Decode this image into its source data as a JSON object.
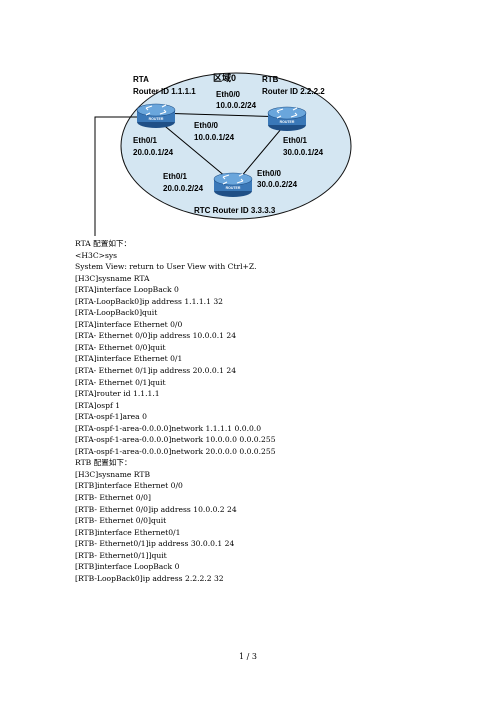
{
  "diagram": {
    "area_label": "区域0",
    "rta": {
      "name": "RTA",
      "router_id": "Router ID 1.1.1.1"
    },
    "rtb": {
      "name": "RTB",
      "router_id": "Router ID 2.2.2.2"
    },
    "rtc": {
      "label": "RTC Router ID 3.3.3.3"
    },
    "router_icon_text": "ROUTER",
    "labels": {
      "rta_eth00_name": "Eth0/0",
      "rta_eth00_ip": "10.0.0.1/24",
      "rta_eth01_name": "Eth0/1",
      "rta_eth01_ip": "20.0.0.1/24",
      "rtb_eth00_name": "Eth0/0",
      "rtb_eth00_ip": "10.0.0.2/24",
      "rtb_eth01_name": "Eth0/1",
      "rtb_eth01_ip": "30.0.0.1/24",
      "rtc_eth01_name": "Eth0/1",
      "rtc_eth01_ip": "20.0.0.2/24",
      "rtc_eth00_name": "Eth0/0",
      "rtc_eth00_ip": "30.0.0.2/24"
    },
    "colors": {
      "area_fill": "#d4e6f2",
      "router_fill": "#3a78b8"
    }
  },
  "config_lines": [
    "RTA 配置如下：",
    "<H3C>sys",
    "System View: return to User View with Ctrl+Z.",
    "[H3C]sysname RTA",
    "[RTA]interface LoopBack 0",
    "[RTA-LoopBack0]ip address 1.1.1.1 32",
    "[RTA-LoopBack0]quit",
    "[RTA]interface Ethernet 0/0",
    "[RTA- Ethernet 0/0]ip address 10.0.0.1 24",
    "[RTA- Ethernet 0/0]quit",
    "[RTA]interface Ethernet 0/1",
    "[RTA- Ethernet 0/1]ip address 20.0.0.1 24",
    "[RTA- Ethernet 0/1]quit",
    "[RTA]router id 1.1.1.1",
    "[RTA]ospf 1",
    "[RTA-ospf-1]area 0",
    "[RTA-ospf-1-area-0.0.0.0]network 1.1.1.1 0.0.0.0",
    "[RTA-ospf-1-area-0.0.0.0]network 10.0.0.0 0.0.0.255",
    "[RTA-ospf-1-area-0.0.0.0]network 20.0.0.0 0.0.0.255",
    "RTB 配置如下：",
    "[H3C]sysname RTB",
    "[RTB]interface Ethernet 0/0",
    "[RTB- Ethernet 0/0]",
    "[RTB- Ethernet 0/0]ip address 10.0.0.2 24",
    "[RTB- Ethernet 0/0]quit",
    "[RTB]interface Ethernet0/1",
    "[RTB- Ethernet0/1]ip address 30.0.0.1 24",
    "[RTB- Ethernet0/1]]quit",
    "[RTB]interface LoopBack 0",
    "[RTB-LoopBack0]ip address 2.2.2.2 32"
  ],
  "footer": {
    "page": "1 / 3"
  }
}
